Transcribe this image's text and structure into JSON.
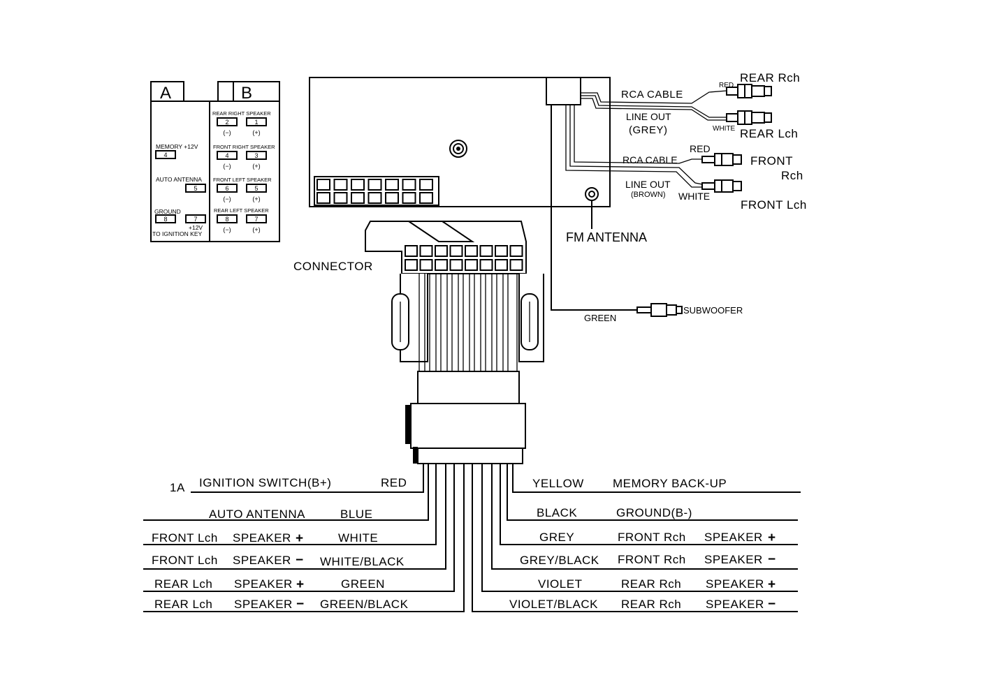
{
  "iso_block": {
    "a_label": "A",
    "b_label": "B",
    "a_pins": {
      "memory": "MEMORY +12V",
      "memory_pin": "4",
      "auto_antenna": "AUTO ANTENNA",
      "auto_antenna_pin": "5",
      "ground": "GROUND",
      "ground_pin": "8",
      "ign_pin": "7",
      "ign_volt": "+12V",
      "ign_label": "TO IGNITION KEY"
    },
    "b_pins": [
      {
        "label": "REAR RIGHT SPEAKER",
        "minus_pin": "2",
        "plus_pin": "1",
        "minus_sym": "(−)",
        "plus_sym": "(+)"
      },
      {
        "label": "FRONT RIGHT SPEAKER",
        "minus_pin": "4",
        "plus_pin": "3",
        "minus_sym": "(−)",
        "plus_sym": "(+)"
      },
      {
        "label": "FRONT LEFT SPEAKER",
        "minus_pin": "6",
        "plus_pin": "5",
        "minus_sym": "(−)",
        "plus_sym": "(+)"
      },
      {
        "label": "REAR LEFT SPEAKER",
        "minus_pin": "8",
        "plus_pin": "7",
        "minus_sym": "(−)",
        "plus_sym": "(+)"
      }
    ]
  },
  "rca_outputs": {
    "rear": {
      "cable": "RCA CABLE",
      "line_out": "LINE OUT",
      "line_out_color": "(GREY)",
      "red": "RED",
      "white": "WHITE",
      "right": "REAR Rch",
      "left": "REAR Lch"
    },
    "front": {
      "cable": "RCA CABLE",
      "line_out": "LINE OUT",
      "line_out_color": "(BROWN)",
      "red": "RED",
      "white": "WHITE",
      "right_1": "FRONT",
      "right_2": "Rch",
      "left": "FRONT Lch"
    }
  },
  "fm_antenna": "FM ANTENNA",
  "connector": "CONNECTOR",
  "subwoofer": {
    "wire": "GREEN",
    "label": "SUBWOOFER"
  },
  "wires_left": [
    {
      "prefix": "1A",
      "function": "IGNITION SWITCH(B+)",
      "color": "RED"
    },
    {
      "function": "AUTO ANTENNA",
      "color": "BLUE"
    },
    {
      "side": "FRONT Lch",
      "function": "SPEAKER",
      "sign": "+",
      "color": "WHITE"
    },
    {
      "side": "FRONT Lch",
      "function": "SPEAKER",
      "sign": "−",
      "color": "WHITE/BLACK"
    },
    {
      "side": "REAR Lch",
      "function": "SPEAKER",
      "sign": "+",
      "color": "GREEN"
    },
    {
      "side": "REAR Lch",
      "function": "SPEAKER",
      "sign": "−",
      "color": "GREEN/BLACK"
    }
  ],
  "wires_right": [
    {
      "color": "YELLOW",
      "function": "MEMORY BACK-UP"
    },
    {
      "color": "BLACK",
      "function": "GROUND(B-)"
    },
    {
      "color": "GREY",
      "side": "FRONT Rch",
      "function": "SPEAKER",
      "sign": "+"
    },
    {
      "color": "GREY/BLACK",
      "side": "FRONT Rch",
      "function": "SPEAKER",
      "sign": "−"
    },
    {
      "color": "VIOLET",
      "side": "REAR Rch",
      "function": "SPEAKER",
      "sign": "+"
    },
    {
      "color": "VIOLET/BLACK",
      "side": "REAR Rch",
      "function": "SPEAKER",
      "sign": "−"
    }
  ]
}
